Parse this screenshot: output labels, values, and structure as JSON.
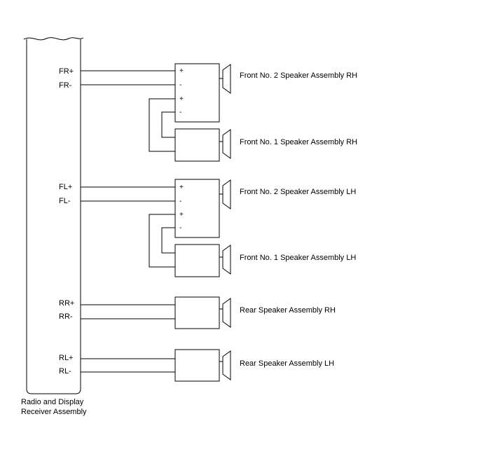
{
  "receiver": {
    "label_line1": "Radio and Display",
    "label_line2": "Receiver Assembly",
    "terminals": {
      "fr_plus": "FR+",
      "fr_minus": "FR-",
      "fl_plus": "FL+",
      "fl_minus": "FL-",
      "rr_plus": "RR+",
      "rr_minus": "RR-",
      "rl_plus": "RL+",
      "rl_minus": "RL-"
    }
  },
  "speakers": {
    "front_no2_rh": {
      "label": "Front No. 2 Speaker Assembly RH",
      "pins": {
        "in_plus": "+",
        "in_minus": "-",
        "out_plus": "+",
        "out_minus": "-"
      }
    },
    "front_no1_rh": {
      "label": "Front No. 1 Speaker Assembly RH"
    },
    "front_no2_lh": {
      "label": "Front No. 2 Speaker Assembly LH",
      "pins": {
        "in_plus": "+",
        "in_minus": "-",
        "out_plus": "+",
        "out_minus": "-"
      }
    },
    "front_no1_lh": {
      "label": "Front No. 1 Speaker Assembly LH"
    },
    "rear_rh": {
      "label": "Rear Speaker Assembly RH"
    },
    "rear_lh": {
      "label": "Rear Speaker Assembly LH"
    }
  },
  "colors": {
    "line": "#000000",
    "background": "#ffffff"
  }
}
